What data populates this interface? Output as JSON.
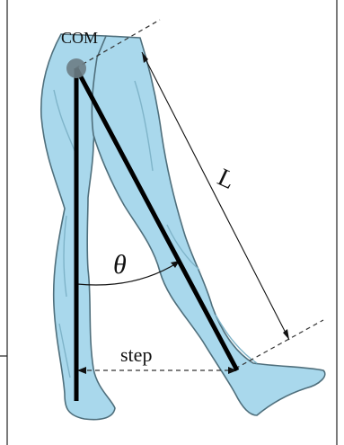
{
  "diagram": {
    "labels": {
      "com": "COM",
      "length": "L",
      "angle": "θ",
      "step": "step"
    },
    "colors": {
      "skin": "#a9d8ec",
      "skin_outline": "#4f6f7c",
      "shading": "#7fb4c9",
      "line": "#000000",
      "dashed": "#333333",
      "com_marker": "#6c7d85",
      "frame": "#222222"
    }
  }
}
